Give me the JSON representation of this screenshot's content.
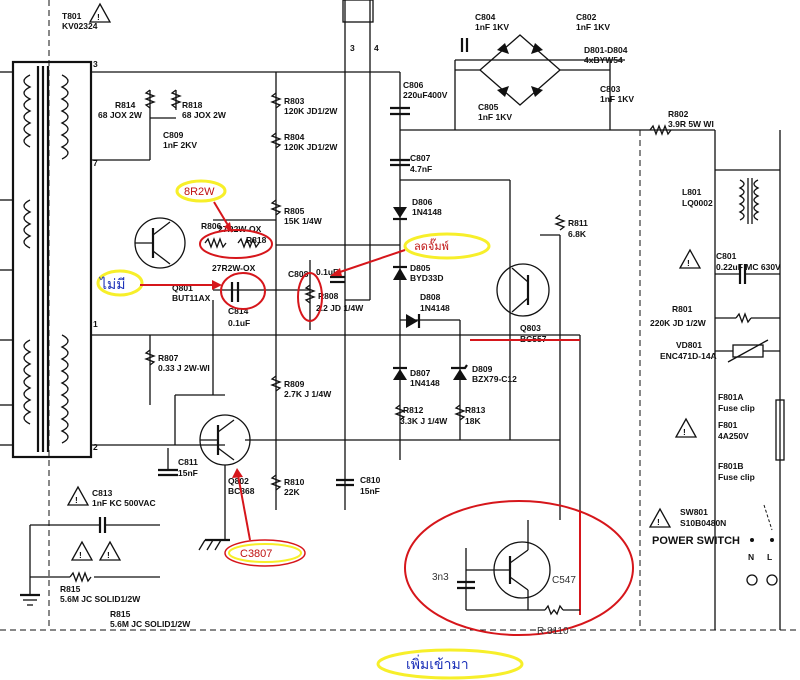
{
  "labels": {
    "t801": "T801",
    "t801_part": "KV02324",
    "pin3": "3",
    "pin7": "7",
    "pin1": "1",
    "pin2": "2",
    "r814": "R814",
    "r814_val": "68 JOX 2W",
    "r818": "R818",
    "r818_val": "68 JOX 2W",
    "c809": "C809",
    "c809_val": "1nF 2KV",
    "r803": "R803",
    "r803_val": "120K JD1/2W",
    "r804": "R804",
    "r804_val": "120K JD1/2W",
    "r805": "R805",
    "r805_val": "15K 1/4W",
    "r806": "R806",
    "r806_val": "27R2W-OX",
    "r818b": "R818",
    "r818b_val": "27R2W-OX",
    "q801": "Q801",
    "q801_part": "BUT11AX",
    "c814": "C814",
    "c814_val": "0.1uF",
    "c808": "C808",
    "c808_val": "0.1uF",
    "r808": "R808",
    "r808_val": "2.2 JD 1/4W",
    "r807": "R807",
    "r807_val": "0.33 J 2W-WI",
    "r809": "R809",
    "r809_val": "2.7K J 1/4W",
    "q802": "Q802",
    "q802_part": "BC368",
    "c811": "C811",
    "c811_val": "15nF",
    "r810": "R810",
    "r810_val": "22K",
    "c810": "C810",
    "c810_val": "15nF",
    "c813": "C813",
    "c813_val": "1nF KC 500VAC",
    "r815": "R815",
    "r815_val": "5.6M JC SOLID1/2W",
    "r815b": "R815",
    "r815b_val": "5.6M JC SOLID1/2W",
    "c804": "C804",
    "c804_val": "1nF 1KV",
    "c802": "C802",
    "c802_val": "1nF 1KV",
    "d801": "D801-D804",
    "d801_val": "4xBYW54",
    "c806": "C806",
    "c806_val": "220uF400V",
    "c805": "C805",
    "c805_val": "1nF 1KV",
    "c803": "C803",
    "c803_val": "1nF 1KV",
    "r802": "R802",
    "r802_val": "3.9R 5W WI",
    "c807": "C807",
    "c807_val": "4.7nF",
    "d806": "D806",
    "d806_val": "1N4148",
    "d805": "D805",
    "d805_val": "BYD33D",
    "d808": "D808",
    "d808_val": "1N4148",
    "d807": "D807",
    "d807_val": "1N4148",
    "d809": "D809",
    "d809_val": "BZX79-C12",
    "r812": "R812",
    "r812_val": "3.3K J 1/4W",
    "r813": "R813",
    "r813_val": "18K",
    "r811": "R811",
    "r811_val": "6.8K",
    "q803": "Q803",
    "q803_part": "BC557",
    "l801": "L801",
    "l801_val": "LQ0002",
    "c801": "C801",
    "c801_val": "0.22uF MC 630V",
    "r801": "R801",
    "r801_val": "220K JD 1/2W",
    "vd801": "VD801",
    "vd801_val": "ENC471D-14A",
    "f801a": "F801A",
    "f801a_val": "Fuse clip",
    "f801": "F801",
    "f801_val": "4A250V",
    "f801b": "F801B",
    "f801b_val": "Fuse clip",
    "sw801": "SW801",
    "sw801_val": "S10B0480N",
    "power_switch": "POWER SWITCH",
    "n": "N",
    "l": "L",
    "top3": "3",
    "top4": "4"
  },
  "annotations": {
    "note_8r2w": "8R2W",
    "note_no_fix": "ไม่มี",
    "note_measure": "ลดจั๊มพ์",
    "note_c3807": "C3807",
    "note_add_in": "เพิ่มเข้ามา",
    "add_3n3": "3n3",
    "add_c547": "C547",
    "add_r": "R 8110"
  },
  "colors": {
    "ink": "#111111",
    "annotation_red": "#d6161b",
    "annotation_blue": "#1a2fb8",
    "highlight_yellow": "#f7ef2a"
  }
}
